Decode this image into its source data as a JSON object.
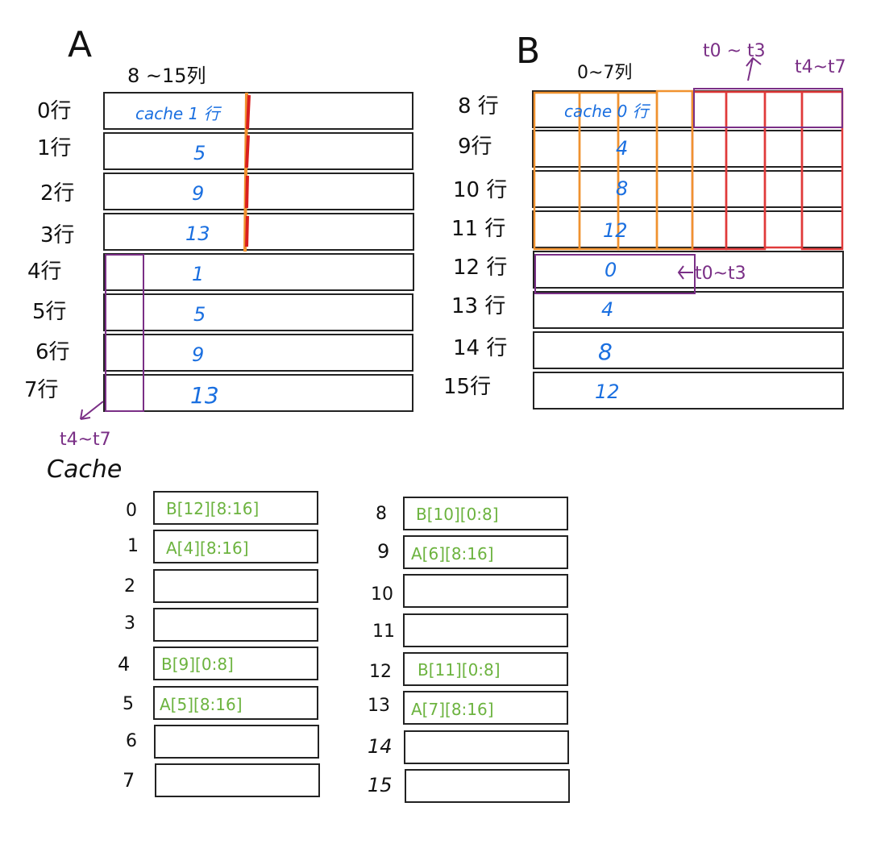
{
  "matrix_a": {
    "title": "A",
    "column_range": "8 ~15列",
    "row_labels": [
      "0行",
      "1行",
      "2行",
      "3行",
      "4行",
      "5行",
      "6行",
      "7行"
    ],
    "cell_labels": [
      "cache 1 行",
      "5",
      "9",
      "13",
      "1",
      "5",
      "9",
      "13"
    ],
    "annotation": "t4~t7"
  },
  "matrix_b": {
    "title": "B",
    "column_range": "0~7列",
    "row_labels": [
      "8 行",
      "9行",
      "10 行",
      "11 行",
      "12 行",
      "13 行",
      "14 行",
      "15行"
    ],
    "cell_labels": [
      "cache 0 行",
      "4",
      "8",
      "12",
      "0",
      "4",
      "8",
      "12"
    ],
    "annotation_top_left": "t0 ~ t3",
    "annotation_top_right": "t4~t7",
    "annotation_row12": "t0~t3"
  },
  "cache": {
    "title": "Cache",
    "left": [
      {
        "index": "0",
        "content": "B[12][8:16]"
      },
      {
        "index": "1",
        "content": "A[4][8:16]"
      },
      {
        "index": "2",
        "content": ""
      },
      {
        "index": "3",
        "content": ""
      },
      {
        "index": "4",
        "content": "B[9][0:8]"
      },
      {
        "index": "5",
        "content": "A[5][8:16]"
      },
      {
        "index": "6",
        "content": ""
      },
      {
        "index": "7",
        "content": ""
      }
    ],
    "right": [
      {
        "index": "8",
        "content": "B[10][0:8]"
      },
      {
        "index": "9",
        "content": "A[6][8:16]"
      },
      {
        "index": "10",
        "content": ""
      },
      {
        "index": "11",
        "content": ""
      },
      {
        "index": "12",
        "content": "B[11][0:8]"
      },
      {
        "index": "13",
        "content": "A[7][8:16]"
      },
      {
        "index": "14",
        "content": ""
      },
      {
        "index": "15",
        "content": ""
      }
    ]
  },
  "colors": {
    "ink": "#111111",
    "blue": "#1a6fe0",
    "green": "#6cb33f",
    "purple": "#7a2f86",
    "orange": "#f0922f",
    "red": "#e03a3a"
  }
}
